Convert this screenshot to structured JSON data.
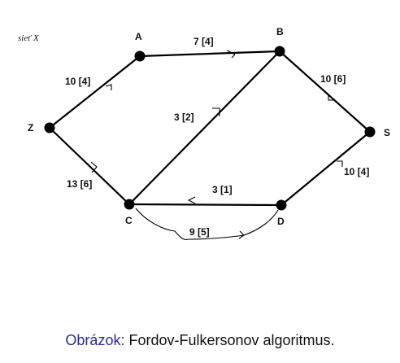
{
  "network_label": "sieť X",
  "nodes": {
    "A": "A",
    "B": "B",
    "Z": "Z",
    "S": "S",
    "C": "C",
    "D": "D"
  },
  "edges": {
    "AB": "7 [4]",
    "ZA": "10 [4]",
    "BS": "10 [6]",
    "CB": "3 [2]",
    "ZC": "13 [6]",
    "DC": "3 [1]",
    "DS": "10 [4]",
    "CD_bottom": "9 [5]"
  },
  "caption": {
    "label": "Obrázok:",
    "text": "Fordov-Fulkersonov algoritmus."
  }
}
